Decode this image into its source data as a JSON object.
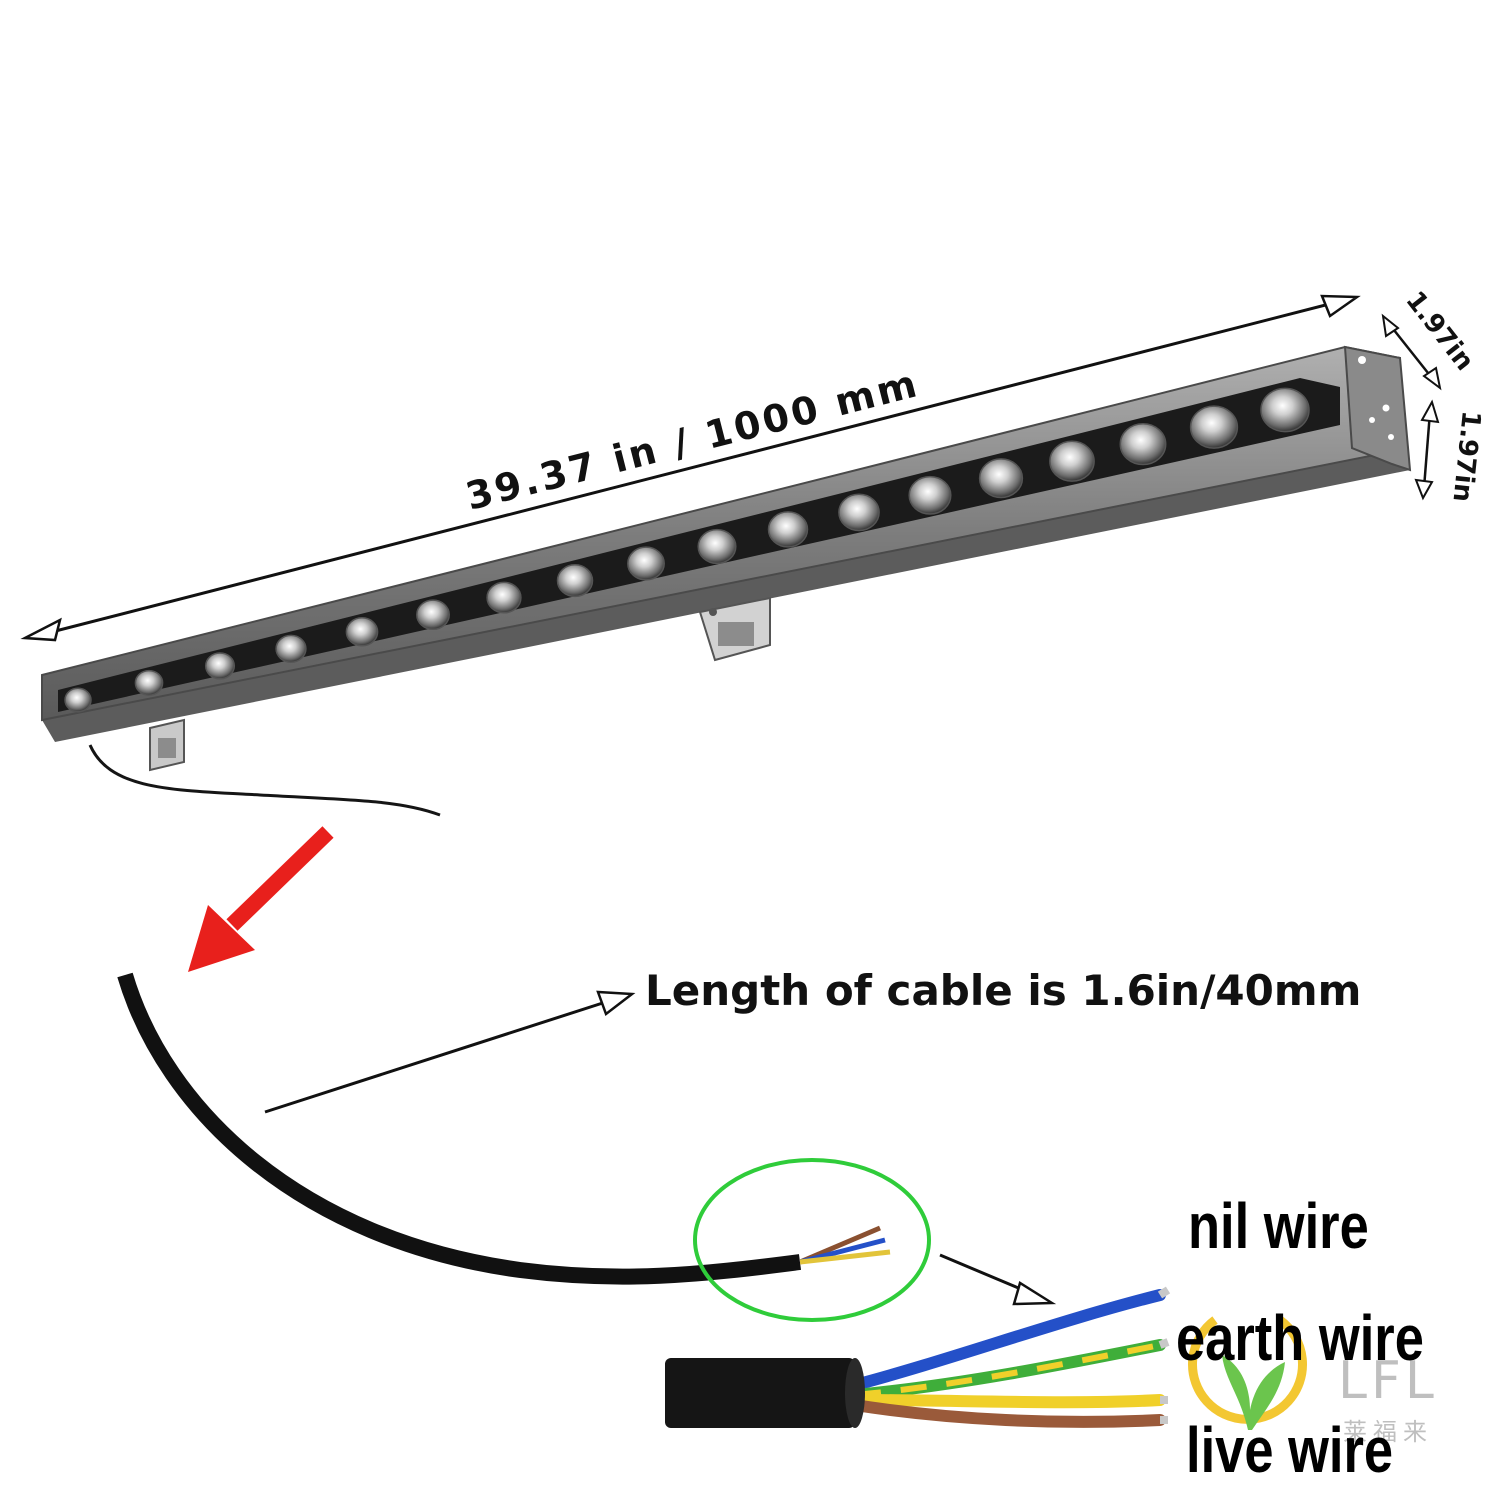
{
  "dimensions": {
    "length_label": "39.37 in / 1000 mm",
    "width_label": "1.97in",
    "height_label": "1.97in"
  },
  "cable": {
    "length_label": "Length of cable is 1.6in/40mm"
  },
  "wires": {
    "nil": "nil wire",
    "earth": "earth wire",
    "live": "live wire"
  },
  "logo": {
    "latin": "LFL",
    "cjk": "莱福来"
  },
  "led_count": 18,
  "colors": {
    "arrow_red": "#e8201c",
    "highlight_circle": "#2fcc3a",
    "housing": "#8f8f8f",
    "lens_strip": "#1b1b1b",
    "cable_black": "#111111",
    "wire_blue": "#2450c8",
    "wire_yellow": "#f0d02a",
    "wire_green": "#3fae3a",
    "wire_brown": "#9a5a3a",
    "logo_yellow": "#f2c11c",
    "logo_green": "#5bbf3a"
  }
}
